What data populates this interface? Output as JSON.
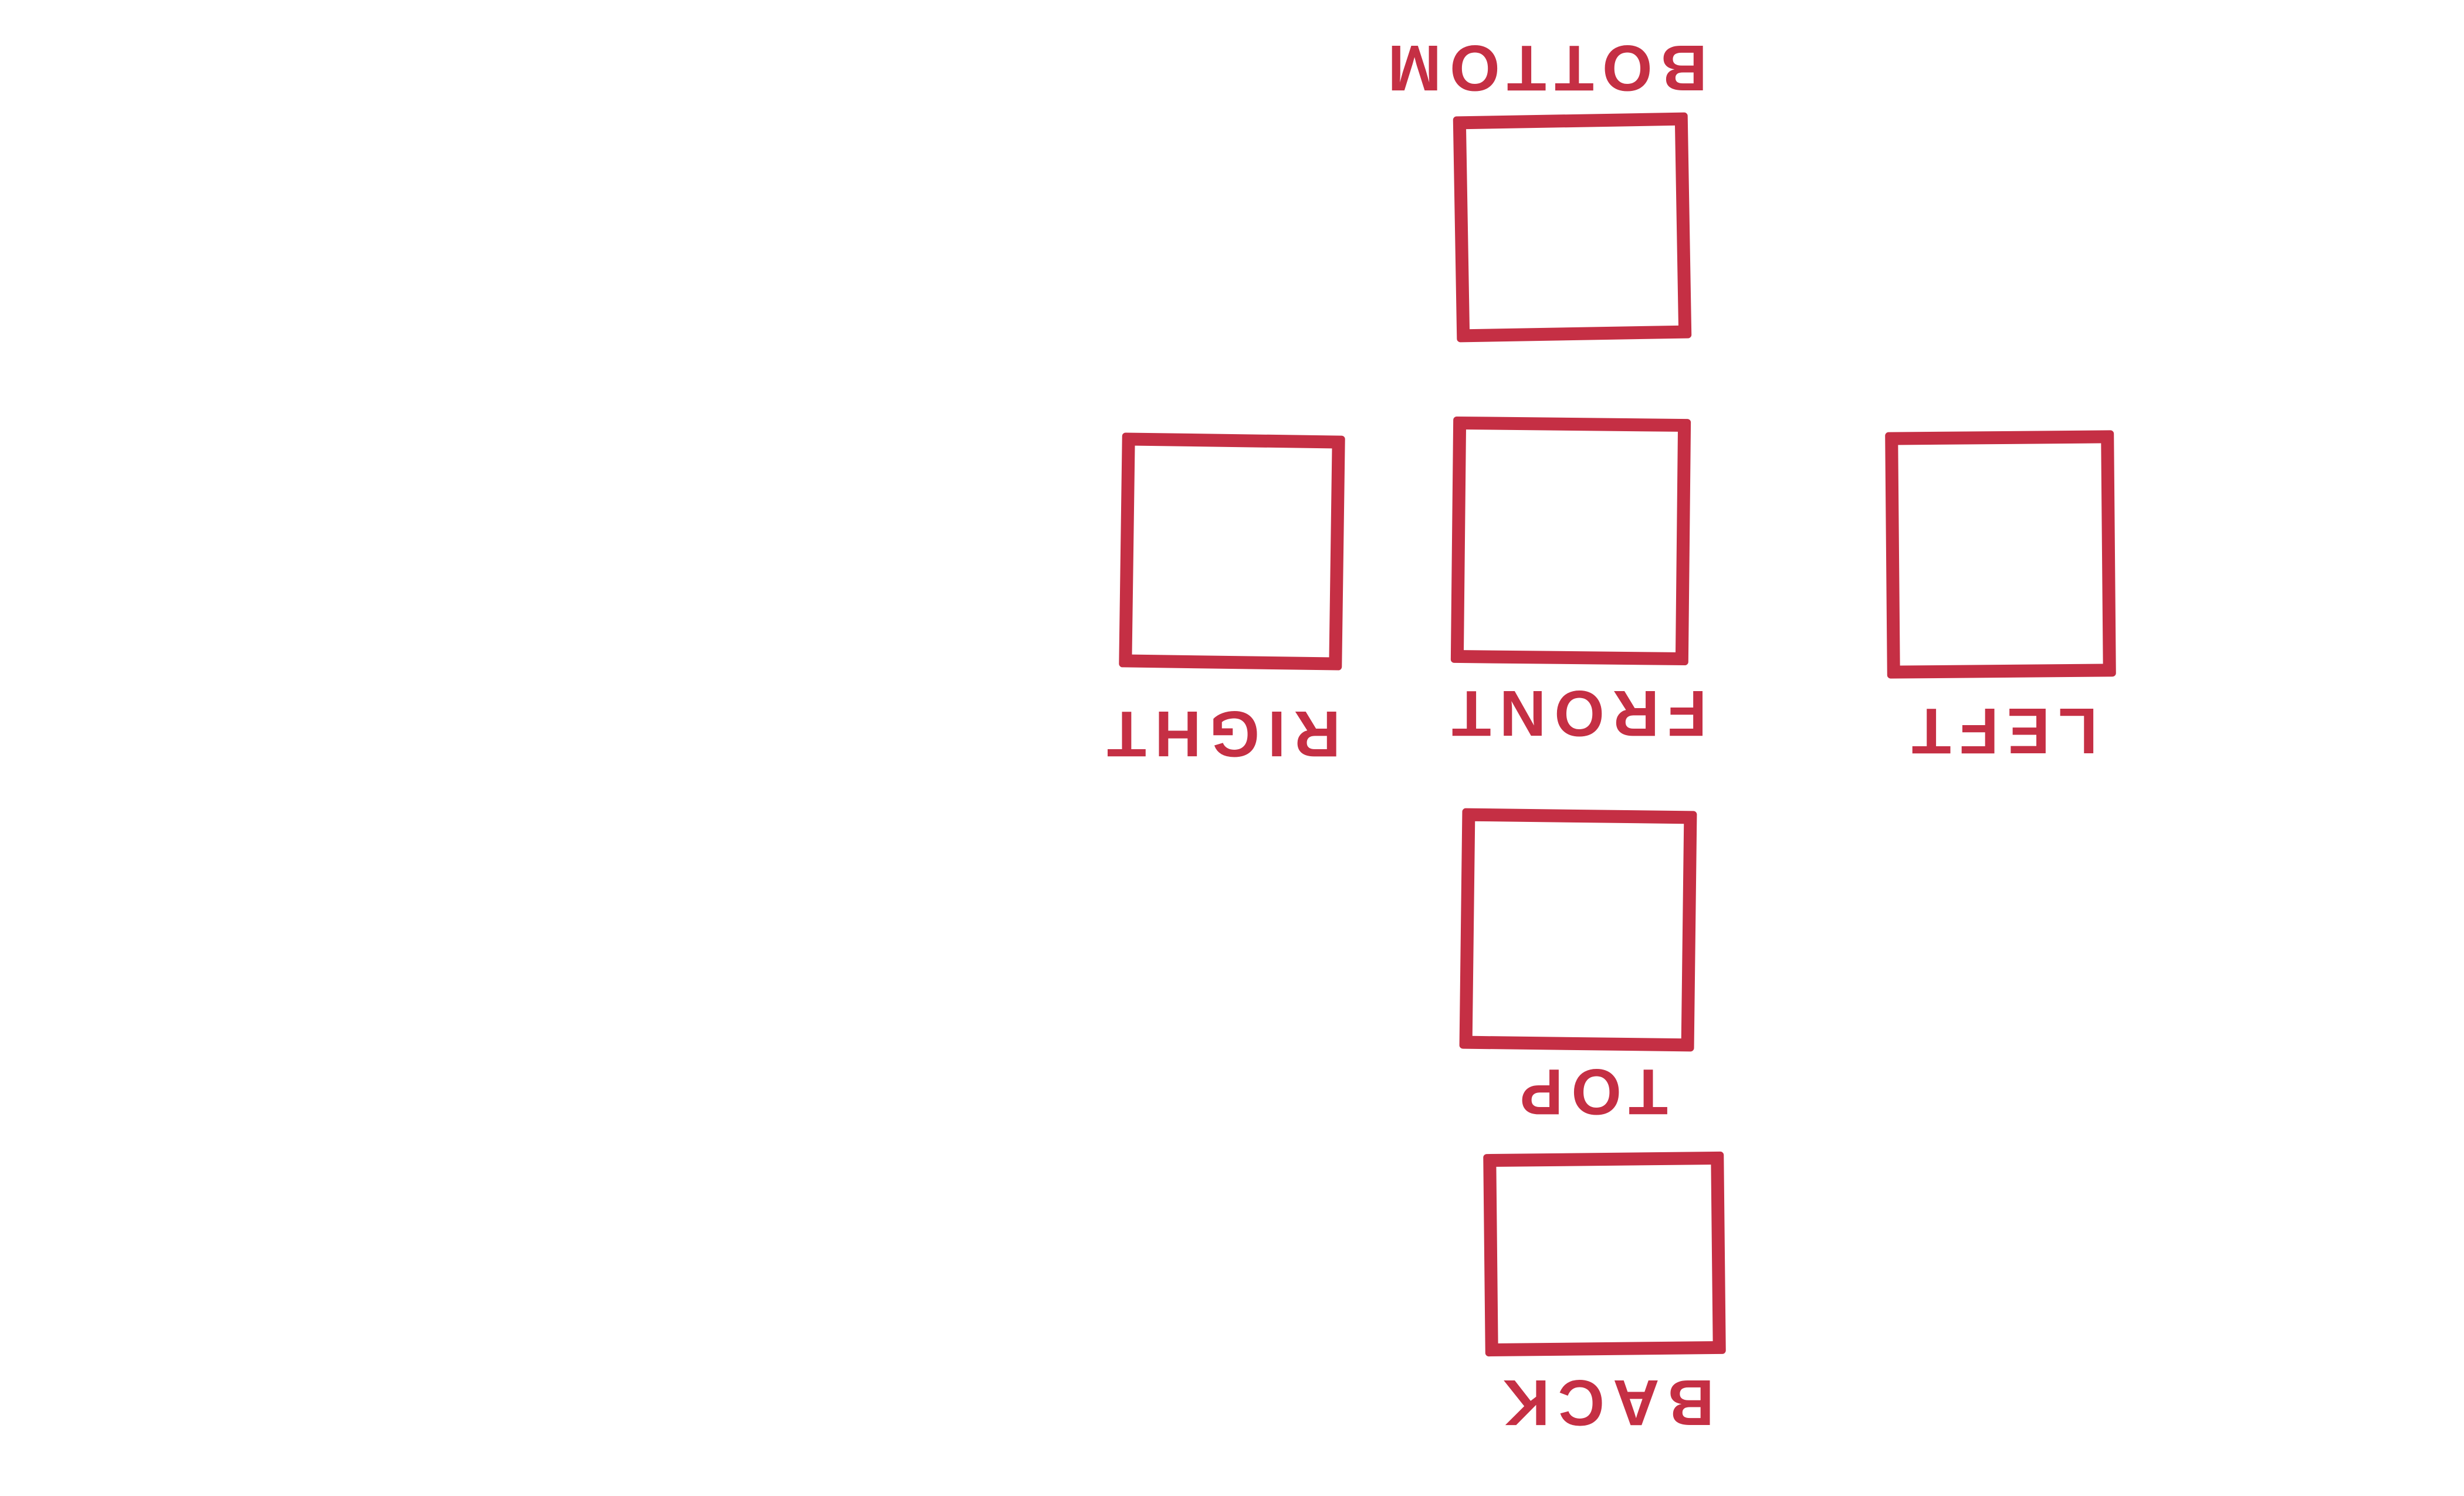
{
  "diagram": {
    "stroke_color": "#c52f44",
    "background_color": "#ffffff",
    "faces": {
      "bottom": "BOTTOM",
      "front": "FRONT",
      "right": "RIGHT",
      "left": "LEFT",
      "top": "TOP",
      "back": "BACK"
    }
  }
}
